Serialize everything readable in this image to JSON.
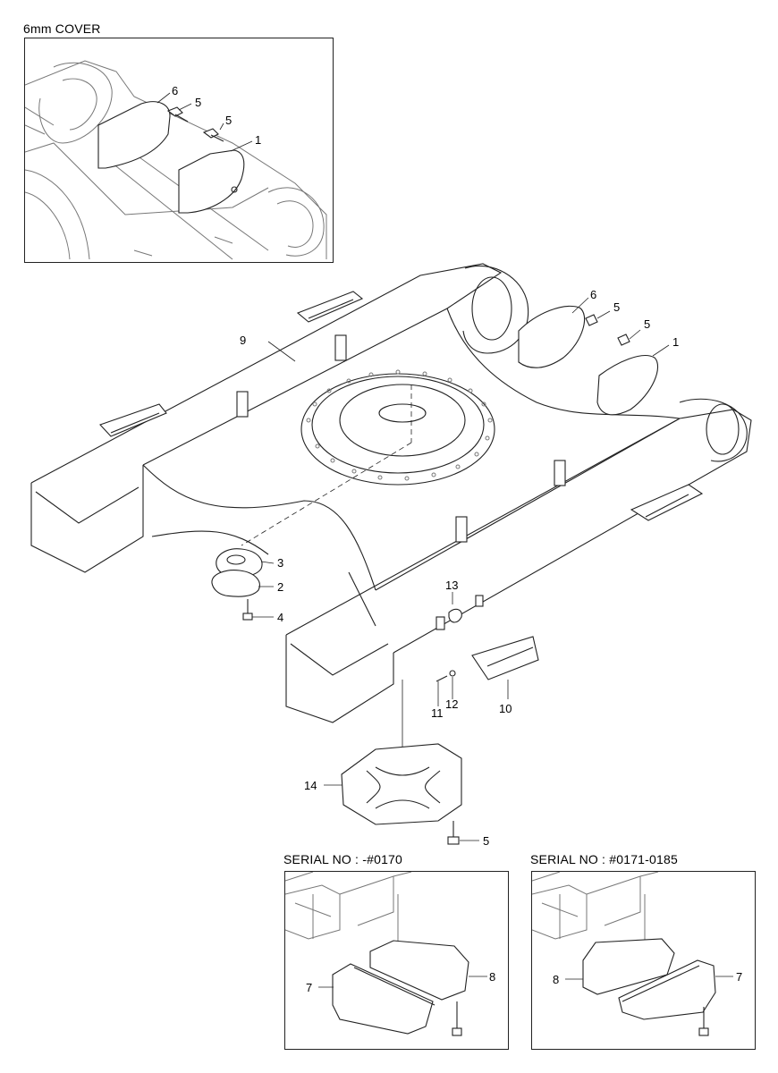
{
  "inset_titles": {
    "cover": "6mm COVER",
    "serial_a": "SERIAL NO : -#0170",
    "serial_b": "SERIAL NO : #0171-0185"
  },
  "callouts": {
    "main": [
      "1",
      "2",
      "3",
      "4",
      "5",
      "5",
      "5",
      "6",
      "9",
      "10",
      "11",
      "12",
      "13",
      "14"
    ],
    "cover_inset": [
      "1",
      "5",
      "5",
      "6"
    ],
    "serial_a_inset": [
      "7",
      "8"
    ],
    "serial_b_inset": [
      "7",
      "8"
    ]
  }
}
